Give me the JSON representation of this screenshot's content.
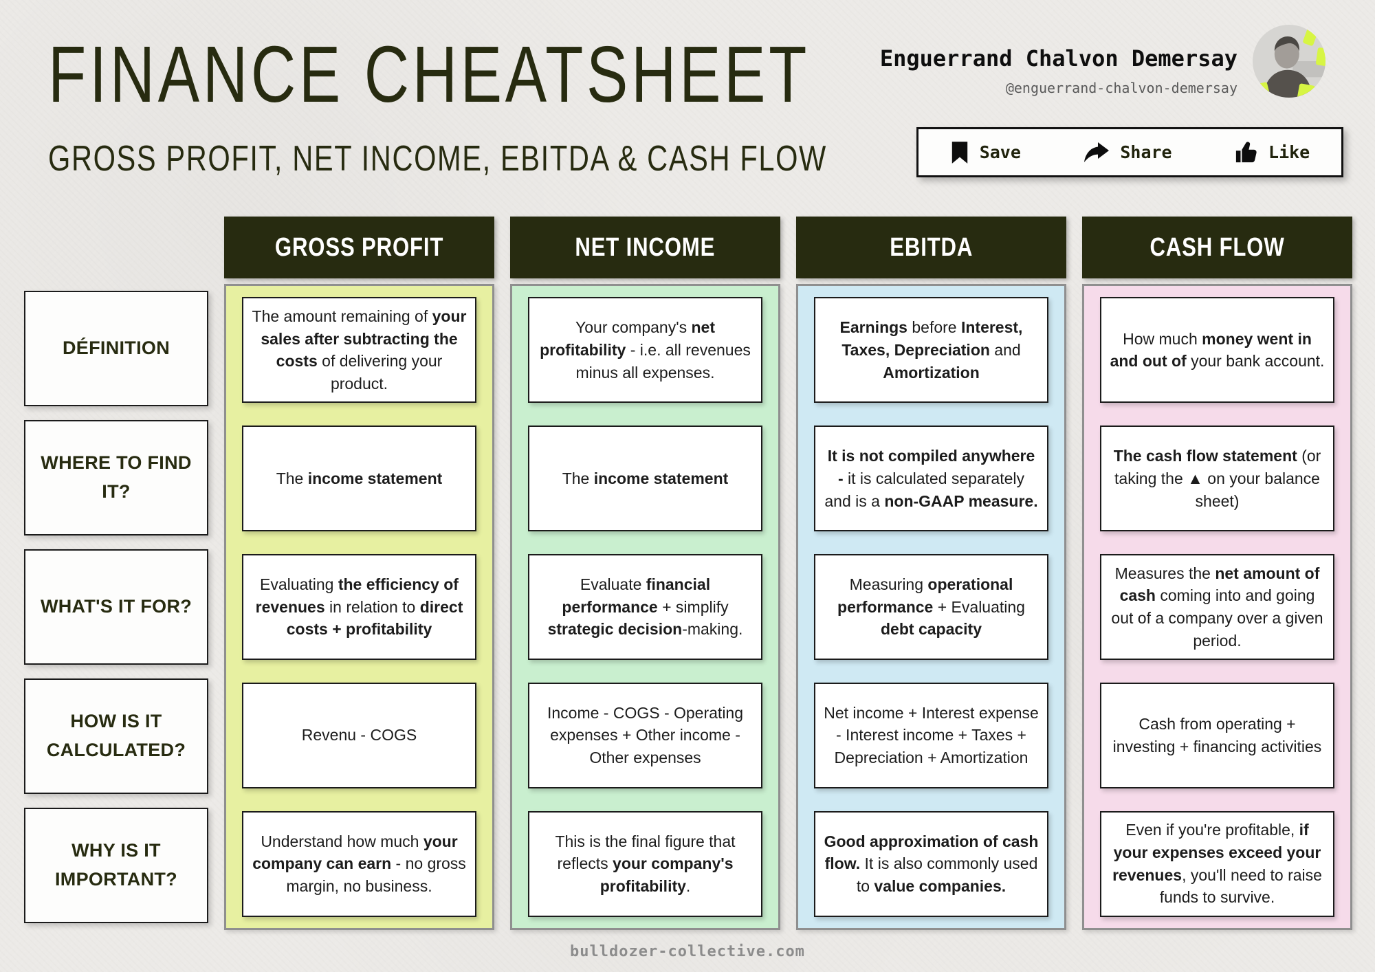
{
  "header": {
    "title": "FINANCE CHEATSHEET",
    "subtitle": "GROSS PROFIT, NET INCOME, EBITDA & CASH FLOW",
    "author": {
      "name": "Enguerrand Chalvon Demersay",
      "handle": "@enguerrand-chalvon-demersay"
    },
    "actions": [
      {
        "label": "Save",
        "icon": "bookmark-icon"
      },
      {
        "label": "Share",
        "icon": "share-arrow-icon"
      },
      {
        "label": "Like",
        "icon": "thumbs-up-icon"
      }
    ]
  },
  "table": {
    "row_labels": [
      "DÉFINITION",
      "WHERE TO FIND IT?",
      "WHAT'S IT FOR?",
      "HOW IS IT CALCULATED?",
      "WHY IS IT IMPORTANT?"
    ],
    "columns": [
      {
        "name": "GROSS PROFIT",
        "color": "#e7f0a1",
        "cells": [
          "The amount remaining of **your sales after subtracting the costs** of delivering your product.",
          "The **income statement**",
          "Evaluating **the efficiency of revenues** in relation to **direct costs + profitability**",
          "Revenu - COGS",
          "Understand how much **your company can earn** - no gross margin, no business."
        ]
      },
      {
        "name": "NET INCOME",
        "color": "#c9efcf",
        "cells": [
          "Your company's **net profitability** - i.e. all revenues minus all expenses.",
          "The **income statement**",
          "Evaluate **financial performance** + simplify **strategic decision**-making.",
          "Income - COGS - Operating expenses + Other income - Other expenses",
          "This is the final figure that reflects **your company's profitability**."
        ]
      },
      {
        "name": "EBITDA",
        "color": "#cfe9f3",
        "cells": [
          "**Earnings** before **Interest, Taxes, Depreciation** and **Amortization**",
          "**It is not compiled anywhere -** it is calculated separately and is a **non-GAAP measure.**",
          "Measuring **operational performance** + Evaluating **debt capacity**",
          "Net income + Interest expense - Interest income + Taxes + Depreciation + Amortization",
          "**Good approximation of cash flow.** It is also commonly used to **value companies.**"
        ]
      },
      {
        "name": "CASH FLOW",
        "color": "#f6dbea",
        "cells": [
          "How much **money went in and out of** your bank account.",
          "**The cash flow statement** (or taking the ▲ on your balance sheet)",
          "Measures the **net amount of cash** coming into and going out of a company over a given period.",
          "Cash from operating + investing + financing activities",
          "Even if you're profitable, **if your expenses exceed your revenues**, you'll need to raise funds to survive."
        ]
      }
    ]
  },
  "footer": {
    "website": "bulldozer-collective.com"
  },
  "colors": {
    "ink": "#272b10",
    "paper": "#eceae7",
    "neon_accent": "#d7f543"
  }
}
